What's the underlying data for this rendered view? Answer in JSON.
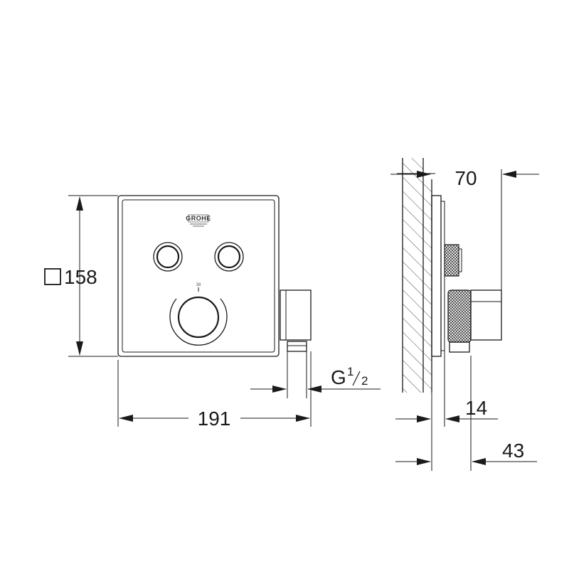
{
  "dimensions": {
    "height_square": "158",
    "width": "191",
    "thread_main": "G",
    "thread_num": "1",
    "thread_den": "2",
    "depth_overall": "70",
    "depth_plate": "14",
    "depth_outlet": "43"
  },
  "front_view": {
    "brand": "GROHE",
    "thermostat_scale": "38"
  }
}
